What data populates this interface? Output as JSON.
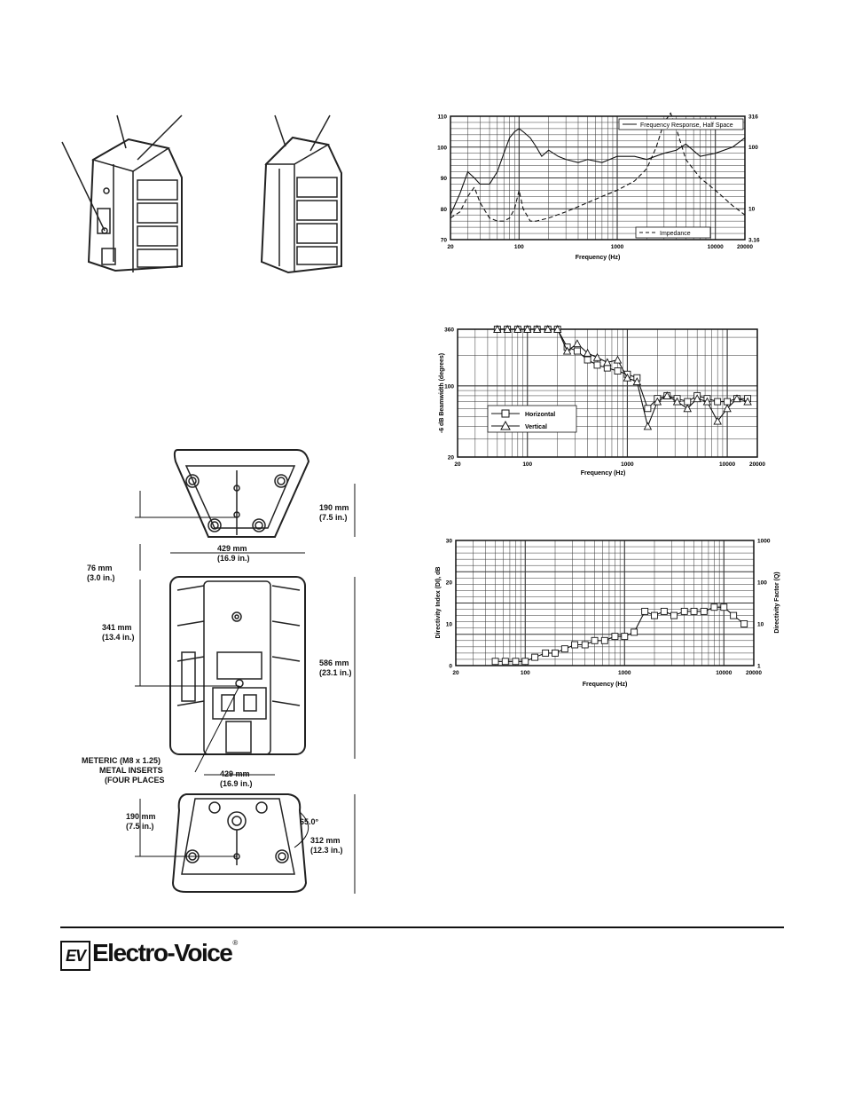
{
  "dimensions": {
    "d1": "190 mm",
    "d1_in": "(7.5 in.)",
    "d2": "429 mm",
    "d2_in": "(16.9 in.)",
    "d3": "76 mm",
    "d3_in": "(3.0 in.)",
    "d4": "341 mm",
    "d4_in": "(13.4 in.)",
    "d5": "586 mm",
    "d5_in": "(23.1 in.)",
    "inserts": [
      "METERIC (M8 x 1.25)",
      "METAL INSERTS",
      "(FOUR PLACES"
    ],
    "d6": "429 mm",
    "d6_in": "(16.9 in.)",
    "d7": "190 mm",
    "d7_in": "(7.5 in.)",
    "angle": "65.0°",
    "d8": "312 mm",
    "d8_in": "(12.3 in.)"
  },
  "footer": {
    "logo_mark": "EV",
    "brand": "Electro-Voice",
    "reg": "®"
  },
  "chart_data": [
    {
      "type": "line",
      "xlabel": "Frequency (Hz)",
      "x_scale": "log",
      "xlim": [
        20,
        20000
      ],
      "x_ticks": [
        "20",
        "100",
        "1000",
        "10000",
        "20000"
      ],
      "ylim": [
        70,
        110
      ],
      "y_ticks": [
        "70",
        "80",
        "90",
        "100",
        "110"
      ],
      "y2_ticks": [
        "3.16",
        "10",
        "100",
        "316"
      ],
      "legend": "top-right / bottom-right",
      "grid": true,
      "series": [
        {
          "name": "Frequency Response, Half Space",
          "style": "solid",
          "x": [
            20,
            25,
            30,
            35,
            40,
            50,
            60,
            70,
            80,
            90,
            100,
            110,
            130,
            150,
            170,
            200,
            250,
            300,
            400,
            500,
            700,
            1000,
            1500,
            2000,
            3000,
            4000,
            5000,
            7000,
            10000,
            15000,
            20000
          ],
          "y": [
            78,
            85,
            92,
            90,
            88,
            88,
            92,
            98,
            103,
            105,
            106,
            105,
            103,
            100,
            97,
            99,
            97,
            96,
            95,
            96,
            95,
            97,
            97,
            96,
            98,
            99,
            101,
            97,
            98,
            100,
            103
          ]
        },
        {
          "name": "Impedance",
          "style": "dashed",
          "x": [
            20,
            25,
            30,
            35,
            40,
            50,
            60,
            70,
            80,
            90,
            100,
            110,
            130,
            150,
            200,
            300,
            500,
            700,
            1000,
            1500,
            2000,
            2500,
            3000,
            3500,
            4000,
            5000,
            7000,
            10000,
            15000,
            20000
          ],
          "y": [
            77,
            79,
            84,
            87,
            82,
            77,
            76,
            76,
            77,
            80,
            86,
            80,
            76,
            76,
            77,
            79,
            82,
            84,
            86,
            89,
            93,
            100,
            108,
            111,
            106,
            96,
            90,
            86,
            81,
            78
          ]
        }
      ]
    },
    {
      "type": "line",
      "xlabel": "Frequency (Hz)",
      "ylabel": "-6 dB Beamwidth (degrees)",
      "x_scale": "log",
      "y_scale": "log",
      "xlim": [
        20,
        20000
      ],
      "ylim": [
        20,
        360
      ],
      "x_ticks": [
        "20",
        "100",
        "1000",
        "10000",
        "20000"
      ],
      "y_ticks": [
        "20",
        "100",
        "360"
      ],
      "grid": true,
      "legend": "bottom-left",
      "series": [
        {
          "name": "Horizontal",
          "marker": "square",
          "x": [
            50,
            63,
            80,
            100,
            125,
            160,
            200,
            250,
            315,
            400,
            500,
            630,
            800,
            1000,
            1250,
            1600,
            2000,
            2500,
            3150,
            4000,
            5000,
            6300,
            8000,
            10000,
            12500,
            16000
          ],
          "y": [
            360,
            360,
            360,
            360,
            360,
            360,
            360,
            240,
            220,
            180,
            160,
            150,
            140,
            130,
            120,
            60,
            75,
            80,
            75,
            70,
            80,
            75,
            70,
            70,
            75,
            75
          ]
        },
        {
          "name": "Vertical",
          "marker": "triangle",
          "x": [
            50,
            63,
            80,
            100,
            125,
            160,
            200,
            250,
            315,
            400,
            500,
            630,
            800,
            1000,
            1250,
            1600,
            2000,
            2500,
            3150,
            4000,
            5000,
            6300,
            8000,
            10000,
            12500,
            16000
          ],
          "y": [
            360,
            360,
            360,
            360,
            360,
            360,
            360,
            220,
            260,
            210,
            190,
            170,
            180,
            120,
            110,
            40,
            70,
            80,
            70,
            60,
            75,
            70,
            45,
            60,
            75,
            70
          ]
        }
      ]
    },
    {
      "type": "line",
      "xlabel": "Frequency (Hz)",
      "ylabel": "Directivity Index (DI), dB",
      "y2label": "Directivity Factor (Q)",
      "x_scale": "log",
      "xlim": [
        20,
        20000
      ],
      "ylim": [
        0,
        30
      ],
      "x_ticks": [
        "20",
        "100",
        "1000",
        "10000",
        "20000"
      ],
      "y_ticks": [
        "0",
        "10",
        "20",
        "30"
      ],
      "y2_ticks": [
        "1",
        "10",
        "100",
        "1000"
      ],
      "grid": true,
      "series": [
        {
          "marker": "square",
          "x": [
            50,
            63,
            80,
            100,
            125,
            160,
            200,
            250,
            315,
            400,
            500,
            630,
            800,
            1000,
            1250,
            1600,
            2000,
            2500,
            3150,
            4000,
            5000,
            6300,
            8000,
            10000,
            12500,
            16000
          ],
          "y": [
            1,
            1,
            1,
            1,
            2,
            3,
            3,
            4,
            5,
            5,
            6,
            6,
            7,
            7,
            8,
            13,
            12,
            13,
            12,
            13,
            13,
            13,
            14,
            14,
            12,
            10
          ]
        }
      ]
    }
  ]
}
